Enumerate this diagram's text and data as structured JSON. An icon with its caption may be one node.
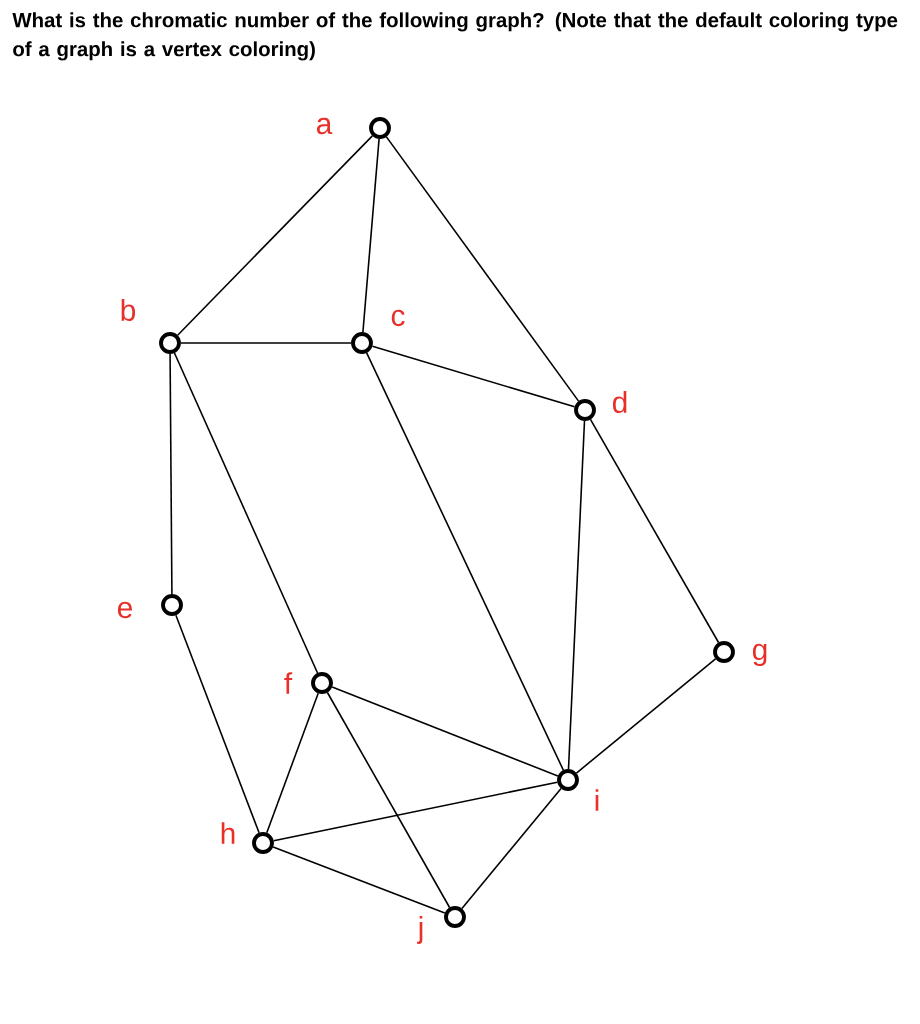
{
  "diagram": {
    "title": "What is the chromatic number of the following graph? (Note that the default coloring type of a graph is a vertex coloring)",
    "nodes": [
      {
        "text": [],
        "shape": "circle",
        "beside": [
          "a"
        ]
      },
      {
        "text": [],
        "shape": "circle",
        "beside": [
          "b"
        ]
      },
      {
        "text": [],
        "shape": "circle",
        "beside": [
          "c"
        ]
      },
      {
        "text": [],
        "shape": "circle",
        "beside": [
          "d"
        ]
      },
      {
        "text": [],
        "shape": "circle",
        "beside": [
          "e"
        ]
      },
      {
        "text": [],
        "shape": "circle",
        "beside": [
          "f"
        ]
      },
      {
        "text": [],
        "shape": "circle",
        "beside": [
          "g"
        ]
      },
      {
        "text": [],
        "shape": "circle",
        "beside": [
          "h"
        ]
      },
      {
        "text": [],
        "shape": "circle",
        "beside": [
          "i"
        ]
      },
      {
        "text": [],
        "shape": "circle",
        "beside": [
          "j"
        ]
      }
    ],
    "edges": [
      {
        "from": 0,
        "to": 1,
        "arrow": "none"
      },
      {
        "from": 0,
        "to": 2,
        "arrow": "none"
      },
      {
        "from": 0,
        "to": 3,
        "arrow": "none"
      },
      {
        "from": 1,
        "to": 2,
        "arrow": "none"
      },
      {
        "from": 1,
        "to": 4,
        "arrow": "none"
      },
      {
        "from": 1,
        "to": 5,
        "arrow": "none"
      },
      {
        "from": 2,
        "to": 3,
        "arrow": "none"
      },
      {
        "from": 2,
        "to": 8,
        "arrow": "none"
      },
      {
        "from": 3,
        "to": 8,
        "arrow": "none"
      },
      {
        "from": 3,
        "to": 6,
        "arrow": "none"
      },
      {
        "from": 6,
        "to": 8,
        "arrow": "none"
      },
      {
        "from": 4,
        "to": 7,
        "arrow": "none"
      },
      {
        "from": 5,
        "to": 7,
        "arrow": "none"
      },
      {
        "from": 5,
        "to": 8,
        "arrow": "none"
      },
      {
        "from": 5,
        "to": 9,
        "arrow": "none"
      },
      {
        "from": 7,
        "to": 8,
        "arrow": "none"
      },
      {
        "from": 7,
        "to": 9,
        "arrow": "none"
      },
      {
        "from": 9,
        "to": 8,
        "arrow": "none"
      }
    ]
  }
}
